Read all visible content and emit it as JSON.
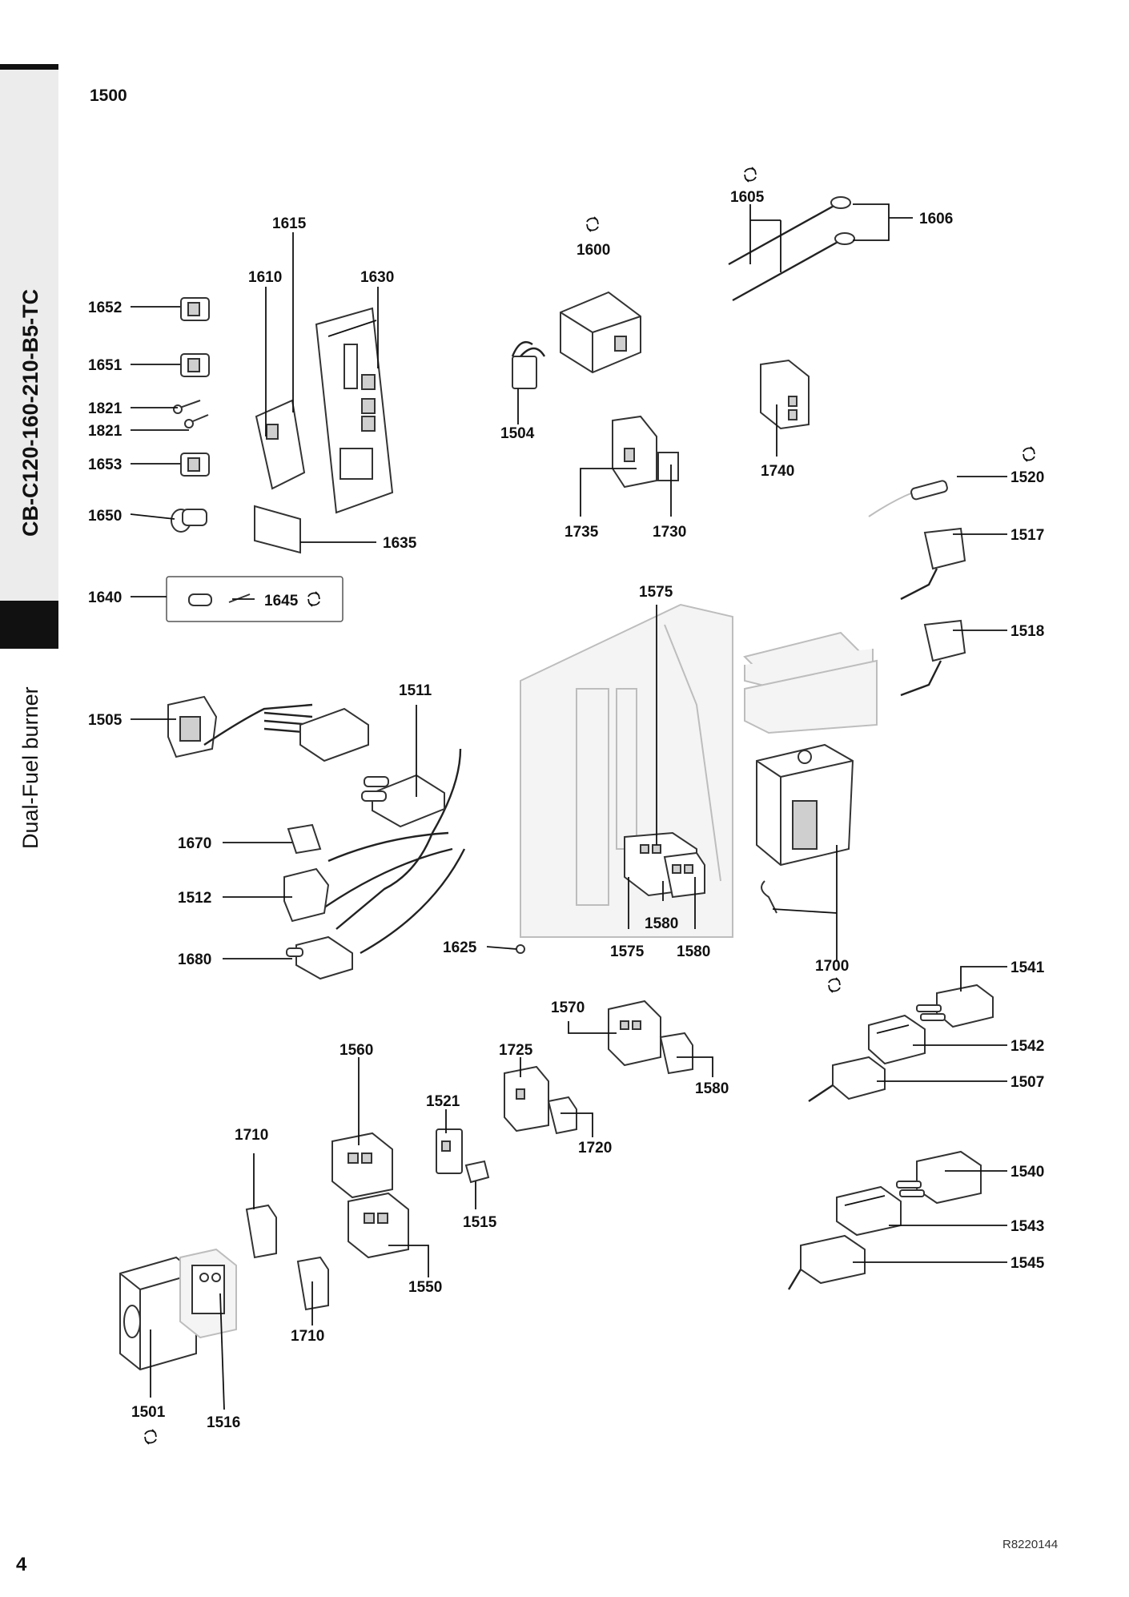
{
  "sidebar": {
    "model": "CB-C120-160-210-B5-TC",
    "burner_type": "Dual-Fuel burner"
  },
  "section_title": "1500",
  "page_number": "4",
  "drawing_ref": "R8220144",
  "callouts": {
    "c1652": "1652",
    "c1651": "1651",
    "c1821a": "1821",
    "c1821b": "1821",
    "c1653": "1653",
    "c1650": "1650",
    "c1640": "1640",
    "c1645": "1645",
    "c1615": "1615",
    "c1610": "1610",
    "c1630": "1630",
    "c1635": "1635",
    "c1600": "1600",
    "c1504": "1504",
    "c1605": "1605",
    "c1606": "1606",
    "c1740": "1740",
    "c1735": "1735",
    "c1730": "1730",
    "c1520": "1520",
    "c1517": "1517",
    "c1518": "1518",
    "c1575a": "1575",
    "c1505": "1505",
    "c1511": "1511",
    "c1670": "1670",
    "c1512": "1512",
    "c1680": "1680",
    "c1625": "1625",
    "c1575b": "1575",
    "c1580a": "1580",
    "c1580b": "1580",
    "c1700": "1700",
    "c1541": "1541",
    "c1570": "1570",
    "c1542": "1542",
    "c1507": "1507",
    "c1560": "1560",
    "c1725": "1725",
    "c1580c": "1580",
    "c1521": "1521",
    "c1720": "1720",
    "c1710a": "1710",
    "c1540": "1540",
    "c1543": "1543",
    "c1545": "1545",
    "c1515": "1515",
    "c1550": "1550",
    "c1710b": "1710",
    "c1501": "1501",
    "c1516": "1516"
  }
}
